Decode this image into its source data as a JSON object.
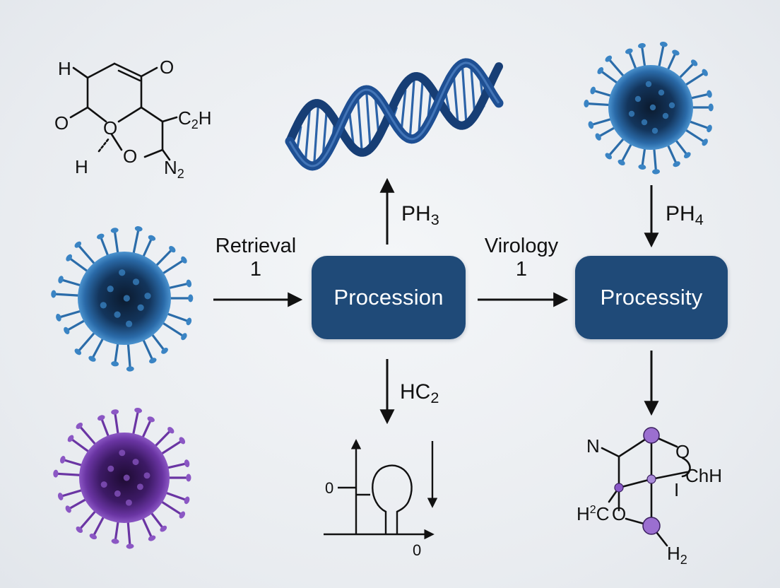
{
  "boxes": {
    "left": "Procession",
    "right": "Processity"
  },
  "labels": {
    "retrieval": {
      "line1": "Retrieval",
      "line2": "1"
    },
    "virology": {
      "line1": "Virology",
      "line2": "1"
    },
    "ph3": {
      "base": "PH",
      "sub": "3"
    },
    "ph4": {
      "base": "PH",
      "sub": "4"
    },
    "hc2": {
      "base": "HC",
      "sub": "2"
    }
  },
  "molecule_top": {
    "atoms": [
      "H",
      "O",
      "O",
      "O",
      "H",
      "O",
      "C2H",
      "N2"
    ]
  },
  "molecule_bottom": {
    "atoms": [
      "N",
      "O",
      "ChH",
      "H2C",
      "O",
      "H2",
      "I"
    ]
  },
  "plot": {
    "y_tick": "0",
    "x_tick": "0"
  },
  "colors": {
    "box": "#1f4a78",
    "virus_blue": "#2f74b5",
    "virus_purple": "#7a3fb0",
    "dna": "#1e4f93",
    "atom_purple": "#9b6fd0"
  }
}
